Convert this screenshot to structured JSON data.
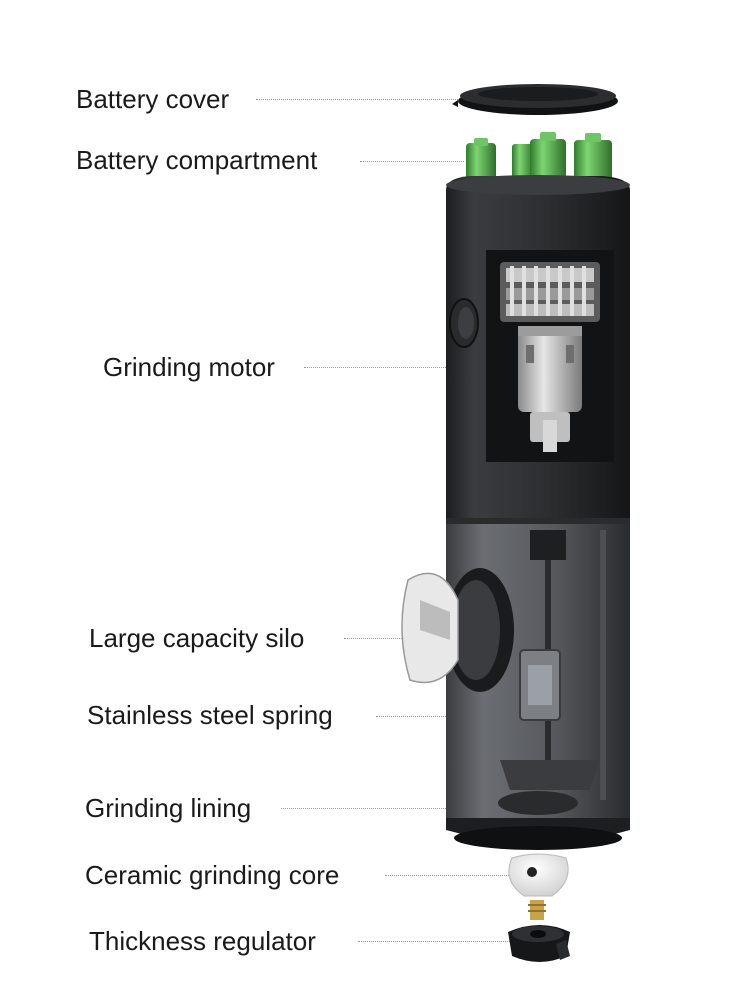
{
  "labels": {
    "battery_cover": "Battery cover",
    "battery_compartment": "Battery compartment",
    "grinding_motor": "Grinding motor",
    "large_capacity_silo": "Large capacity silo",
    "stainless_steel_spring": "Stainless steel spring",
    "grinding_lining": "Grinding lining",
    "ceramic_grinding_core": "Ceramic grinding core",
    "thickness_regulator": "Thickness regulator"
  },
  "colors": {
    "body": "#2f3133",
    "body_dark": "#1f2022",
    "battery_green": "#5dbb55",
    "gear_silver": "#b8b8b8",
    "transparent_shell": "#5a5d61",
    "ceramic_core": "#f4f4f4",
    "brass": "#c9a447"
  }
}
